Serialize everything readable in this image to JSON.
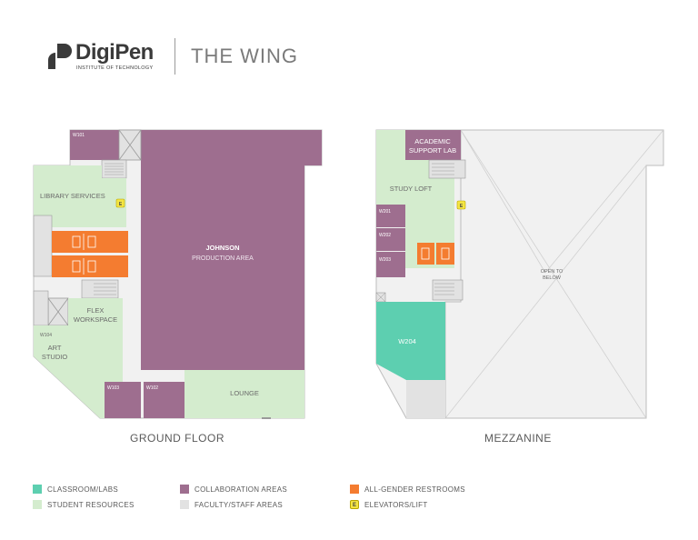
{
  "header": {
    "brand": "DigiPen",
    "brand_subtitle": "INSTITUTE OF TECHNOLOGY",
    "title": "THE WING"
  },
  "colors": {
    "classroom": "#5dcfb0",
    "student": "#d4ecce",
    "collab": "#9e6e8f",
    "faculty": "#e2e2e2",
    "restroom": "#f47c30",
    "elevator": "#f4e542"
  },
  "ground_floor": {
    "caption": "GROUND FLOOR",
    "rooms": {
      "w101": "W101",
      "library": "LIBRARY SERVICES",
      "johnson": "JOHNSON",
      "johnson_sub": "PRODUCTION AREA",
      "flex1": "FLEX",
      "flex2": "WORKSPACE",
      "w104": "W104",
      "art1": "ART",
      "art2": "STUDIO",
      "w103": "W103",
      "w102": "W102",
      "lounge": "LOUNGE"
    }
  },
  "mezzanine": {
    "caption": "MEZZANINE",
    "rooms": {
      "academic1": "ACADEMIC",
      "academic2": "SUPPORT LAB",
      "study_loft": "STUDY LOFT",
      "w201": "W201",
      "w202": "W202",
      "w203": "W203",
      "w204": "W204",
      "open1": "OPEN TO",
      "open2": "BELOW"
    }
  },
  "legend": {
    "classroom": "CLASSROOM/LABS",
    "student": "STUDENT RESOURCES",
    "collab": "COLLABORATION AREAS",
    "faculty": "FACULTY/STAFF AREAS",
    "restroom": "ALL-GENDER RESTROOMS",
    "elevator": "ELEVATORS/LIFT",
    "elevator_glyph": "E"
  }
}
